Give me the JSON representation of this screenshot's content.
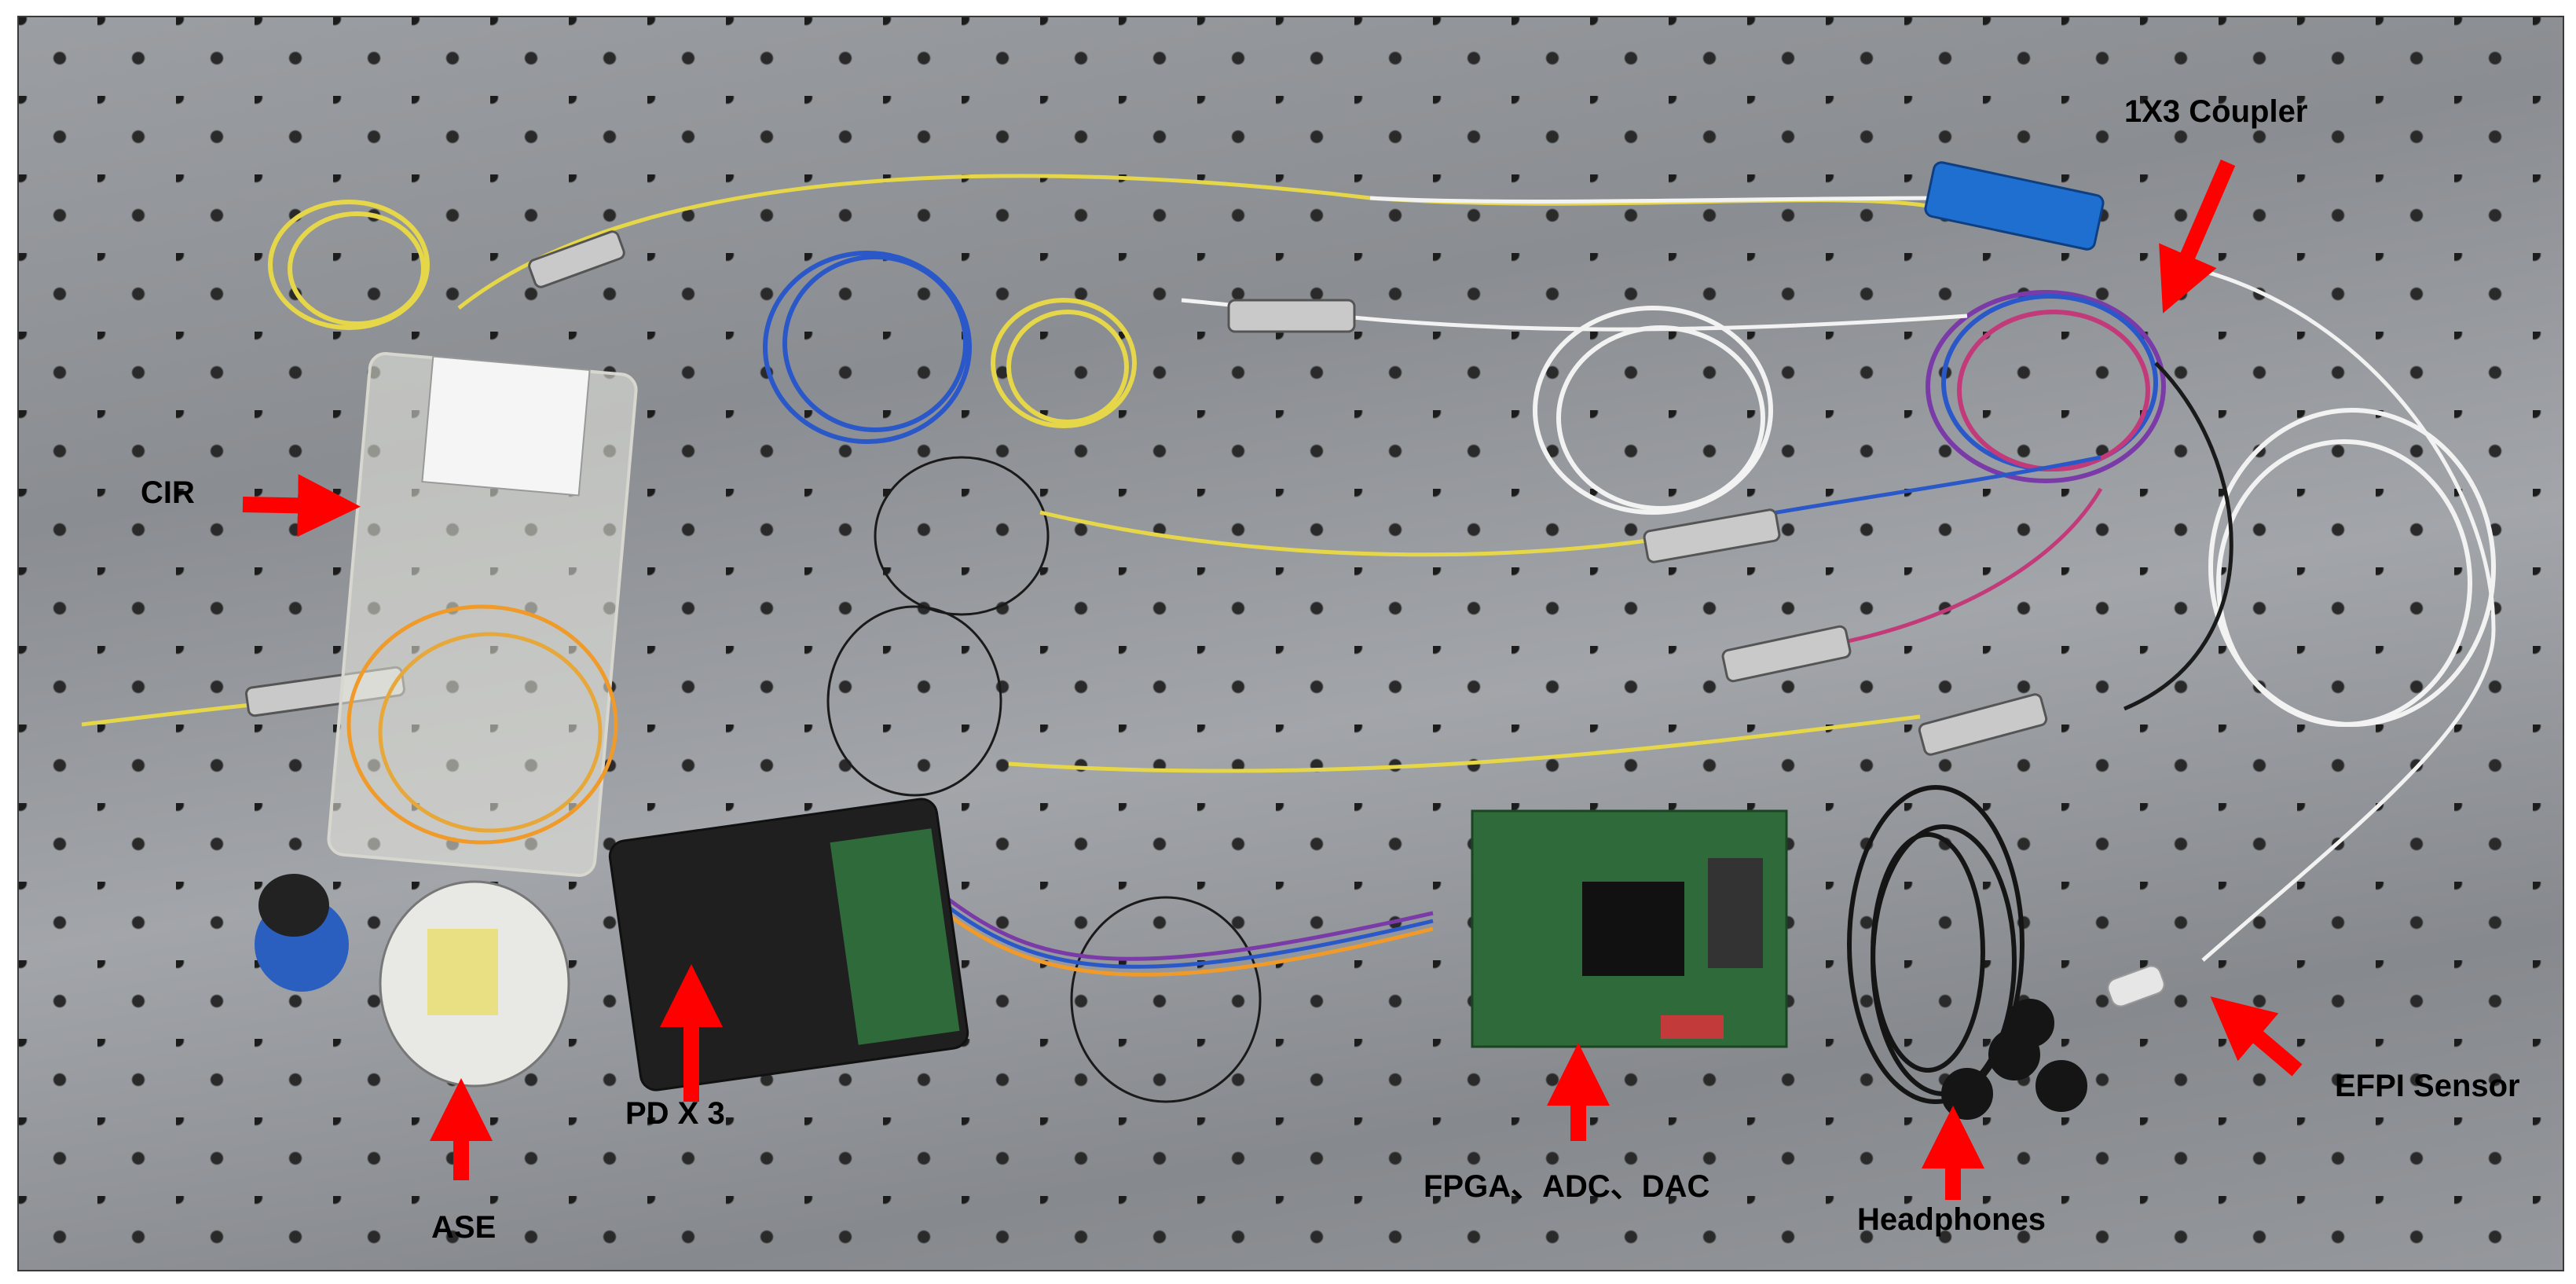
{
  "labels": {
    "cir": "CIR",
    "ase": "ASE",
    "pd": "PD X 3",
    "fpga": "FPGA、ADC、DAC",
    "headphones": "Headphones",
    "coupler": "1X3 Coupler",
    "efpi": "EFPI Sensor"
  },
  "colors": {
    "arrow": "#ff0000",
    "table": "#95989c",
    "fiber_yellow": "#e6d64a",
    "fiber_blue": "#2a58c9",
    "fiber_white": "#f2f2f2",
    "fiber_orange": "#f09a2a",
    "fiber_black": "#1a1a1a",
    "fiber_purple": "#7a3aa8",
    "pcb_green": "#2f6b3a",
    "coupler_blue": "#1f6fd1"
  }
}
